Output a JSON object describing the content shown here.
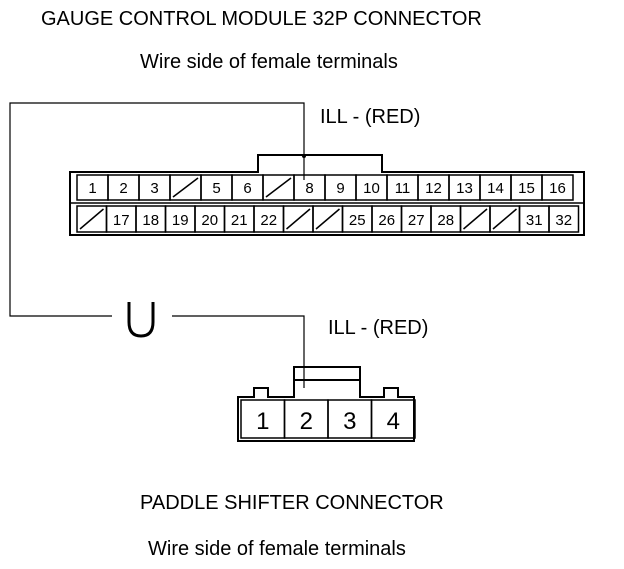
{
  "gauge_connector": {
    "title": "GAUGE CONTROL MODULE 32P CONNECTOR",
    "subtitle": "Wire side of female terminals",
    "wire_label": "ILL -  (RED)",
    "top_row": [
      "1",
      "2",
      "3",
      "",
      "5",
      "6",
      "",
      "8",
      "9",
      "10",
      "11",
      "12",
      "13",
      "14",
      "15",
      "16"
    ],
    "bottom_row": [
      "",
      "17",
      "18",
      "19",
      "20",
      "21",
      "22",
      "",
      "",
      "25",
      "26",
      "27",
      "28",
      "",
      "",
      "31",
      "32"
    ]
  },
  "paddle_connector": {
    "title": "PADDLE SHIFTER CONNECTOR",
    "subtitle": "Wire side of female terminals",
    "wire_label": "ILL -  (RED)",
    "pins": [
      "1",
      "2",
      "3",
      "4"
    ]
  },
  "splice_symbol": "U"
}
